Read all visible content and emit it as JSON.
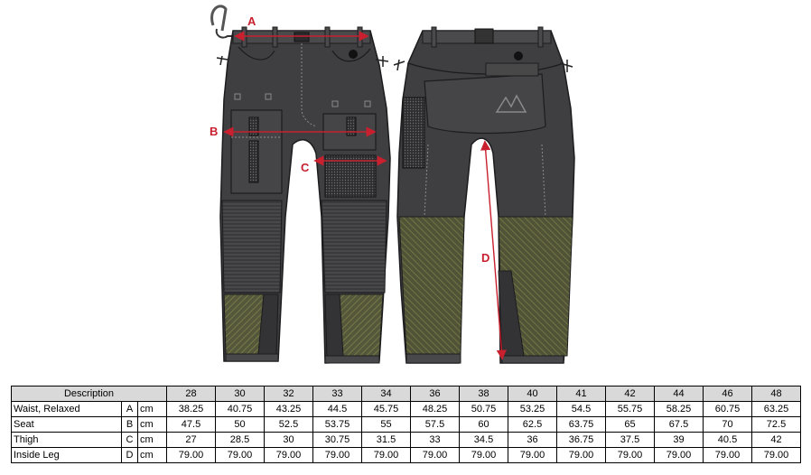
{
  "dimensions": [
    {
      "code": "A",
      "color": "#c8202e"
    },
    {
      "code": "B",
      "color": "#c8202e"
    },
    {
      "code": "C",
      "color": "#c8202e"
    },
    {
      "code": "D",
      "color": "#c8202e"
    }
  ],
  "colors": {
    "garment_dark": "#3f3f42",
    "garment_mid": "#4a4a4d",
    "garment_line": "#1c1c1e",
    "stitch": "#8a8a8e",
    "patch": "#585a3f",
    "arrow": "#c8202e"
  },
  "table": {
    "description_header": "Description",
    "sizes": [
      "28",
      "30",
      "32",
      "33",
      "34",
      "36",
      "38",
      "40",
      "41",
      "42",
      "44",
      "46",
      "48"
    ],
    "rows": [
      {
        "label": "Waist, Relaxed",
        "code": "A",
        "unit": "cm",
        "values": [
          "38.25",
          "40.75",
          "43.25",
          "44.5",
          "45.75",
          "48.25",
          "50.75",
          "53.25",
          "54.5",
          "55.75",
          "58.25",
          "60.75",
          "63.25"
        ]
      },
      {
        "label": "Seat",
        "code": "B",
        "unit": "cm",
        "values": [
          "47.5",
          "50",
          "52.5",
          "53.75",
          "55",
          "57.5",
          "60",
          "62.5",
          "63.75",
          "65",
          "67.5",
          "70",
          "72.5"
        ]
      },
      {
        "label": "Thigh",
        "code": "C",
        "unit": "cm",
        "values": [
          "27",
          "28.5",
          "30",
          "30.75",
          "31.5",
          "33",
          "34.5",
          "36",
          "36.75",
          "37.5",
          "39",
          "40.5",
          "42"
        ]
      },
      {
        "label": "Inside Leg",
        "code": "D",
        "unit": "cm",
        "values": [
          "79.00",
          "79.00",
          "79.00",
          "79.00",
          "79.00",
          "79.00",
          "79.00",
          "79.00",
          "79.00",
          "79.00",
          "79.00",
          "79.00",
          "79.00"
        ]
      }
    ]
  }
}
